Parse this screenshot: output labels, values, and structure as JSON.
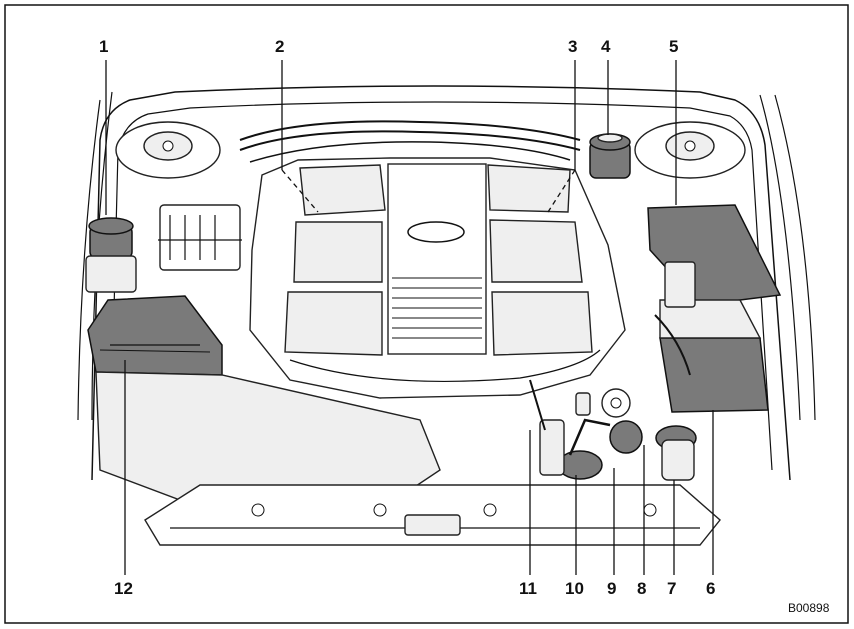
{
  "figure_code": "B00898",
  "callouts": [
    {
      "id": "c1",
      "label": "1"
    },
    {
      "id": "c2",
      "label": "2"
    },
    {
      "id": "c3",
      "label": "3"
    },
    {
      "id": "c4",
      "label": "4"
    },
    {
      "id": "c5",
      "label": "5"
    },
    {
      "id": "c6",
      "label": "6"
    },
    {
      "id": "c7",
      "label": "7"
    },
    {
      "id": "c8",
      "label": "8"
    },
    {
      "id": "c9",
      "label": "9"
    },
    {
      "id": "c10",
      "label": "10"
    },
    {
      "id": "c11",
      "label": "11"
    },
    {
      "id": "c12",
      "label": "12"
    }
  ],
  "colors": {
    "ink": "#111111",
    "shade": "#7a7a7a",
    "paper": "#ffffff"
  }
}
